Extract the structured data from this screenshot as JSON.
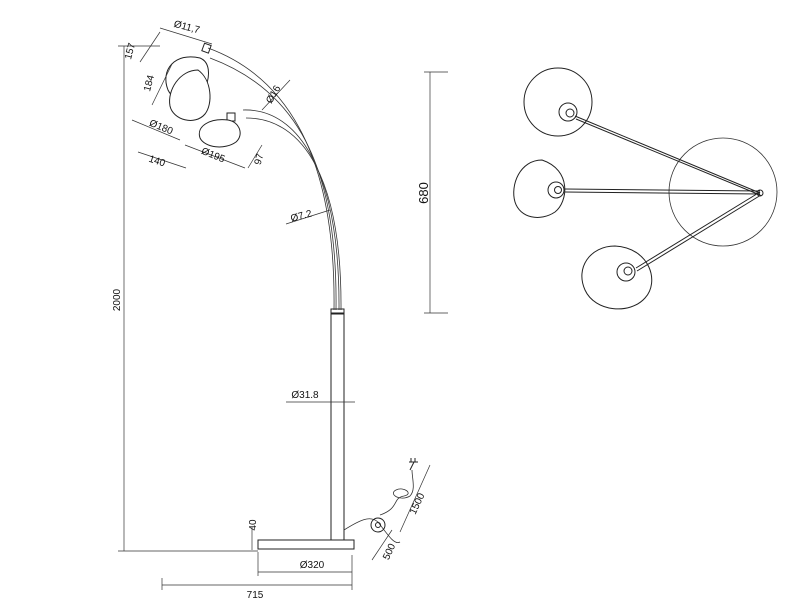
{
  "dimensions": {
    "total_height": "2000",
    "arc_height": "680",
    "base_width": "715",
    "base_diameter": "Ø320",
    "base_height": "40",
    "pole_diameter": "Ø31.8",
    "arm_diameter": "Ø7.2",
    "arm_top_diameter": "Ø16",
    "fitting_diameter": "Ø11,7",
    "fitting_length": "157",
    "shade_height": "184",
    "shade_diameter_a": "Ø180",
    "shade_diameter_b": "Ø195",
    "shade_offset": "140",
    "drop": "97",
    "cable_length": "1500",
    "switch_distance": "500"
  },
  "colors": {
    "line": "#222222",
    "background": "#ffffff"
  }
}
